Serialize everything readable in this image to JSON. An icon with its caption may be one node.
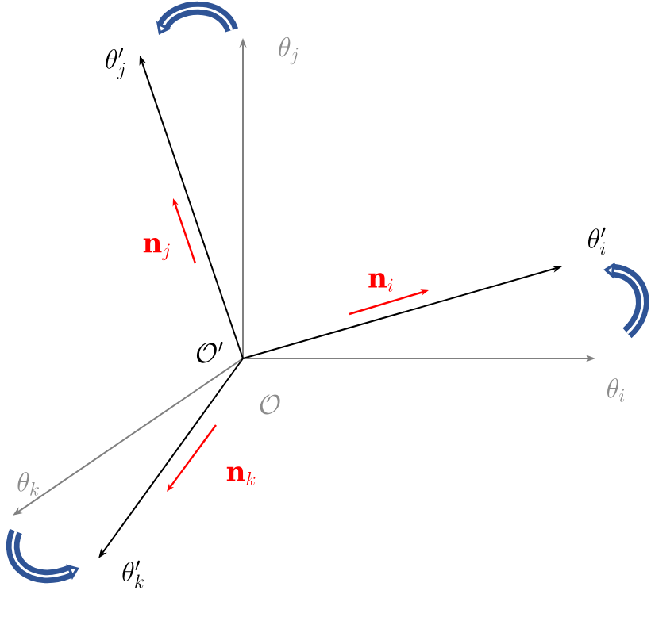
{
  "diagram": {
    "labels": [
      "\\theta'_{j}",
      "\\theta_{j}",
      "\\mathbf{n}_{j}",
      "\\theta'_{i}",
      "\\mathbf{n}_{i}",
      "\\mathcal{O}'",
      "\\mathcal{O}",
      "\\theta_{i}",
      "\\theta_{k}",
      "\\mathbf{n}_{k}",
      "\\theta'_{k}"
    ]
  }
}
